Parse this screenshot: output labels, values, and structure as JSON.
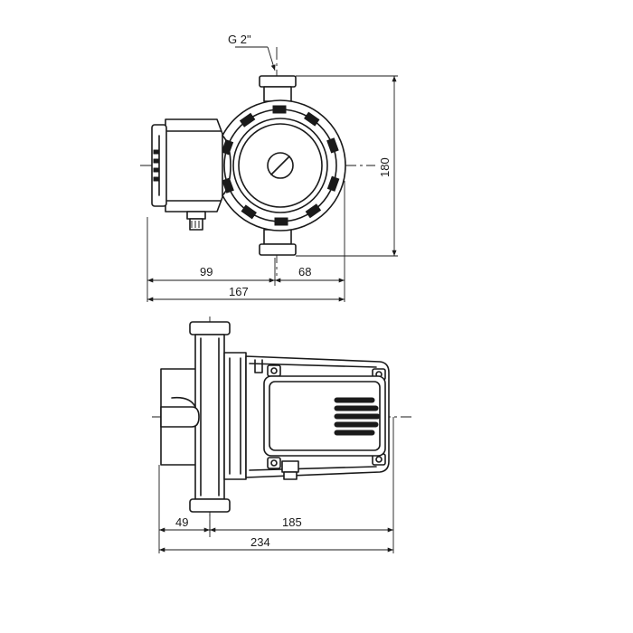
{
  "top_view": {
    "thread_label": "G 2\"",
    "dim_height": "180",
    "dim_left": "99",
    "dim_right": "68",
    "dim_total": "167"
  },
  "side_view": {
    "dim_left": "49",
    "dim_right": "185",
    "dim_total": "234"
  }
}
